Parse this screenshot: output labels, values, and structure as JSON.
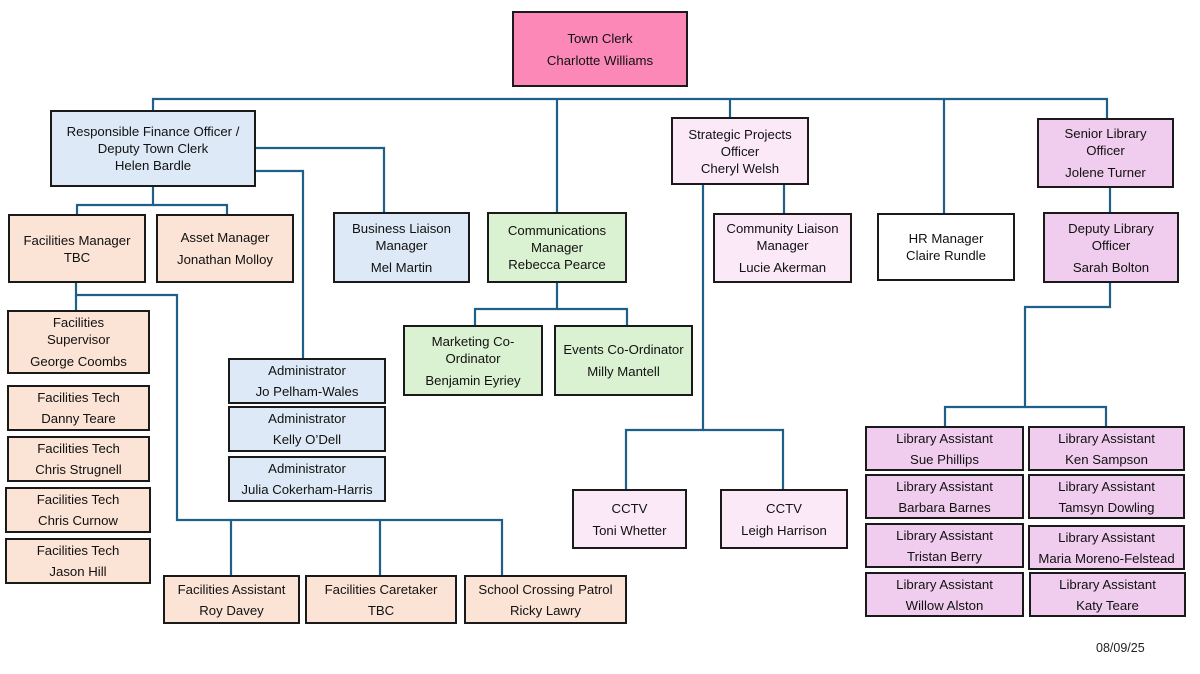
{
  "diagram": {
    "type": "org-chart",
    "connector_color": "#1f6088",
    "colors": {
      "town_clerk": "#fc88b8",
      "finance_admin": "#dde9f6",
      "facilities": "#fbe3d5",
      "communications": "#dbf2d2",
      "strategic_projects": "#fbe9f8",
      "library": "#f0cdee",
      "hr": "#ffffff"
    }
  },
  "nodes": {
    "town_clerk": {
      "title": "Town Clerk",
      "name": "Charlotte Williams"
    },
    "rfo": {
      "title": "Responsible Finance Officer / Deputy Town Clerk",
      "title_lines": [
        "Responsible Finance Officer /",
        "Deputy Town Clerk"
      ],
      "name": "Helen Bardle"
    },
    "facilities_manager": {
      "title": "Facilities Manager",
      "name": "TBC"
    },
    "asset_manager": {
      "title": "Asset Manager",
      "name": "Jonathan Molloy"
    },
    "business_liaison": {
      "title_lines": [
        "Business Liaison",
        "Manager"
      ],
      "name": "Mel Martin"
    },
    "communications_manager": {
      "title_lines": [
        "Communications",
        "Manager"
      ],
      "name": "Rebecca Pearce"
    },
    "marketing_coordinator": {
      "title_lines": [
        "Marketing Co-",
        "Ordinator"
      ],
      "name": "Benjamin Eyriey"
    },
    "events_coordinator": {
      "title": "Events Co-Ordinator",
      "name": "Milly Mantell"
    },
    "strategic_projects": {
      "title_lines": [
        "Strategic Projects",
        "Officer"
      ],
      "name": "Cheryl Welsh"
    },
    "community_liaison": {
      "title_lines": [
        "Community Liaison",
        "Manager"
      ],
      "name": "Lucie Akerman"
    },
    "hr_manager": {
      "title": "HR Manager",
      "name": "Claire Rundle"
    },
    "senior_library": {
      "title_lines": [
        "Senior Library",
        "Officer"
      ],
      "name": "Jolene Turner"
    },
    "deputy_library": {
      "title_lines": [
        "Deputy Library",
        "Officer"
      ],
      "name": "Sarah Bolton"
    },
    "facilities_supervisor": {
      "title_lines": [
        "Facilities",
        "Supervisor"
      ],
      "name": "George Coombs"
    },
    "facilities_tech_1": {
      "title": "Facilities Tech",
      "name": "Danny Teare"
    },
    "facilities_tech_2": {
      "title": "Facilities Tech",
      "name": "Chris Strugnell"
    },
    "facilities_tech_3": {
      "title": "Facilities Tech",
      "name": "Chris Curnow"
    },
    "facilities_tech_4": {
      "title": "Facilities Tech",
      "name": "Jason Hill"
    },
    "administrator_1": {
      "title": "Administrator",
      "name": "Jo Pelham-Wales"
    },
    "administrator_2": {
      "title": "Administrator",
      "name": "Kelly O’Dell"
    },
    "administrator_3": {
      "title": "Administrator",
      "name": "Julia Cokerham-Harris"
    },
    "facilities_assistant": {
      "title": "Facilities Assistant",
      "name": "Roy Davey"
    },
    "facilities_caretaker": {
      "title": "Facilities Caretaker",
      "name": "TBC"
    },
    "school_crossing": {
      "title": "School Crossing Patrol",
      "name": "Ricky Lawry"
    },
    "cctv_1": {
      "title": "CCTV",
      "name": "Toni Whetter"
    },
    "cctv_2": {
      "title": "CCTV",
      "name": "Leigh Harrison"
    },
    "library_assistant_1": {
      "title": "Library Assistant",
      "name": "Sue Phillips"
    },
    "library_assistant_2": {
      "title": "Library Assistant",
      "name": "Ken Sampson"
    },
    "library_assistant_3": {
      "title": "Library Assistant",
      "name": "Barbara Barnes"
    },
    "library_assistant_4": {
      "title": "Library Assistant",
      "name": "Tamsyn Dowling"
    },
    "library_assistant_5": {
      "title": "Library Assistant",
      "name": "Tristan Berry"
    },
    "library_assistant_6": {
      "title": "Library Assistant",
      "name": "Maria Moreno-Felstead"
    },
    "library_assistant_7": {
      "title": "Library Assistant",
      "name": "Willow Alston"
    },
    "library_assistant_8": {
      "title": "Library Assistant",
      "name": "Katy Teare"
    }
  },
  "reporting_lines": [
    [
      "town_clerk",
      "rfo"
    ],
    [
      "town_clerk",
      "communications_manager"
    ],
    [
      "town_clerk",
      "strategic_projects"
    ],
    [
      "town_clerk",
      "hr_manager"
    ],
    [
      "town_clerk",
      "senior_library"
    ],
    [
      "rfo",
      "facilities_manager"
    ],
    [
      "rfo",
      "asset_manager"
    ],
    [
      "rfo",
      "business_liaison"
    ],
    [
      "rfo",
      "administrator_1"
    ],
    [
      "facilities_manager",
      "facilities_supervisor"
    ],
    [
      "facilities_manager",
      "facilities_assistant"
    ],
    [
      "facilities_manager",
      "facilities_caretaker"
    ],
    [
      "facilities_manager",
      "school_crossing"
    ],
    [
      "communications_manager",
      "marketing_coordinator"
    ],
    [
      "communications_manager",
      "events_coordinator"
    ],
    [
      "strategic_projects",
      "community_liaison"
    ],
    [
      "strategic_projects",
      "cctv_1"
    ],
    [
      "strategic_projects",
      "cctv_2"
    ],
    [
      "senior_library",
      "deputy_library"
    ],
    [
      "deputy_library",
      "library_assistant_1"
    ],
    [
      "deputy_library",
      "library_assistant_2"
    ]
  ],
  "footer": {
    "date": "08/09/25"
  }
}
